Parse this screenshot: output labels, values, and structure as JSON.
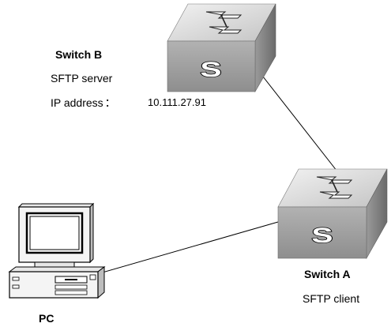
{
  "switch_b": {
    "name": "Switch B",
    "role": "SFTP server",
    "ip_label": "IP address",
    "ip_separator": "：",
    "ip_value": "10.111.27.91",
    "badge": "S"
  },
  "switch_a": {
    "name": "Switch A",
    "role": "SFTP client",
    "badge": "S"
  },
  "pc": {
    "name": "PC"
  }
}
